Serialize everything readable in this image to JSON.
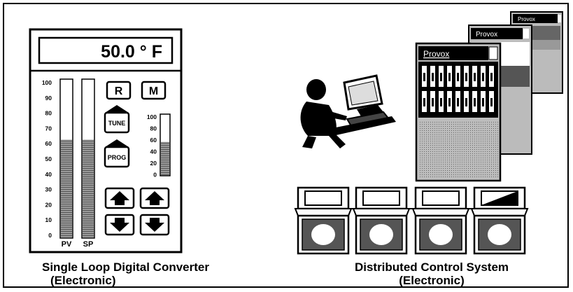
{
  "controller": {
    "display_value": "50.0 ° F",
    "scale_left": [
      "100",
      "90",
      "80",
      "70",
      "60",
      "50",
      "40",
      "30",
      "20",
      "10",
      "0"
    ],
    "scale_right": [
      "100",
      "80",
      "60",
      "40",
      "20",
      "0"
    ],
    "button_r": "R",
    "button_m": "M",
    "button_tune": "TUNE",
    "button_prog": "PROG",
    "bar_pv_label": "PV",
    "bar_sp_label": "SP",
    "pv_level": 0.62,
    "sp_level": 0.62,
    "out_level": 0.55
  },
  "dcs": {
    "window_title": "Provox"
  },
  "captions": {
    "left_line1": "Single Loop Digital Converter",
    "left_line2": "(Electronic)",
    "right_line1": "Distributed Control System",
    "right_line2": "(Electronic)"
  }
}
